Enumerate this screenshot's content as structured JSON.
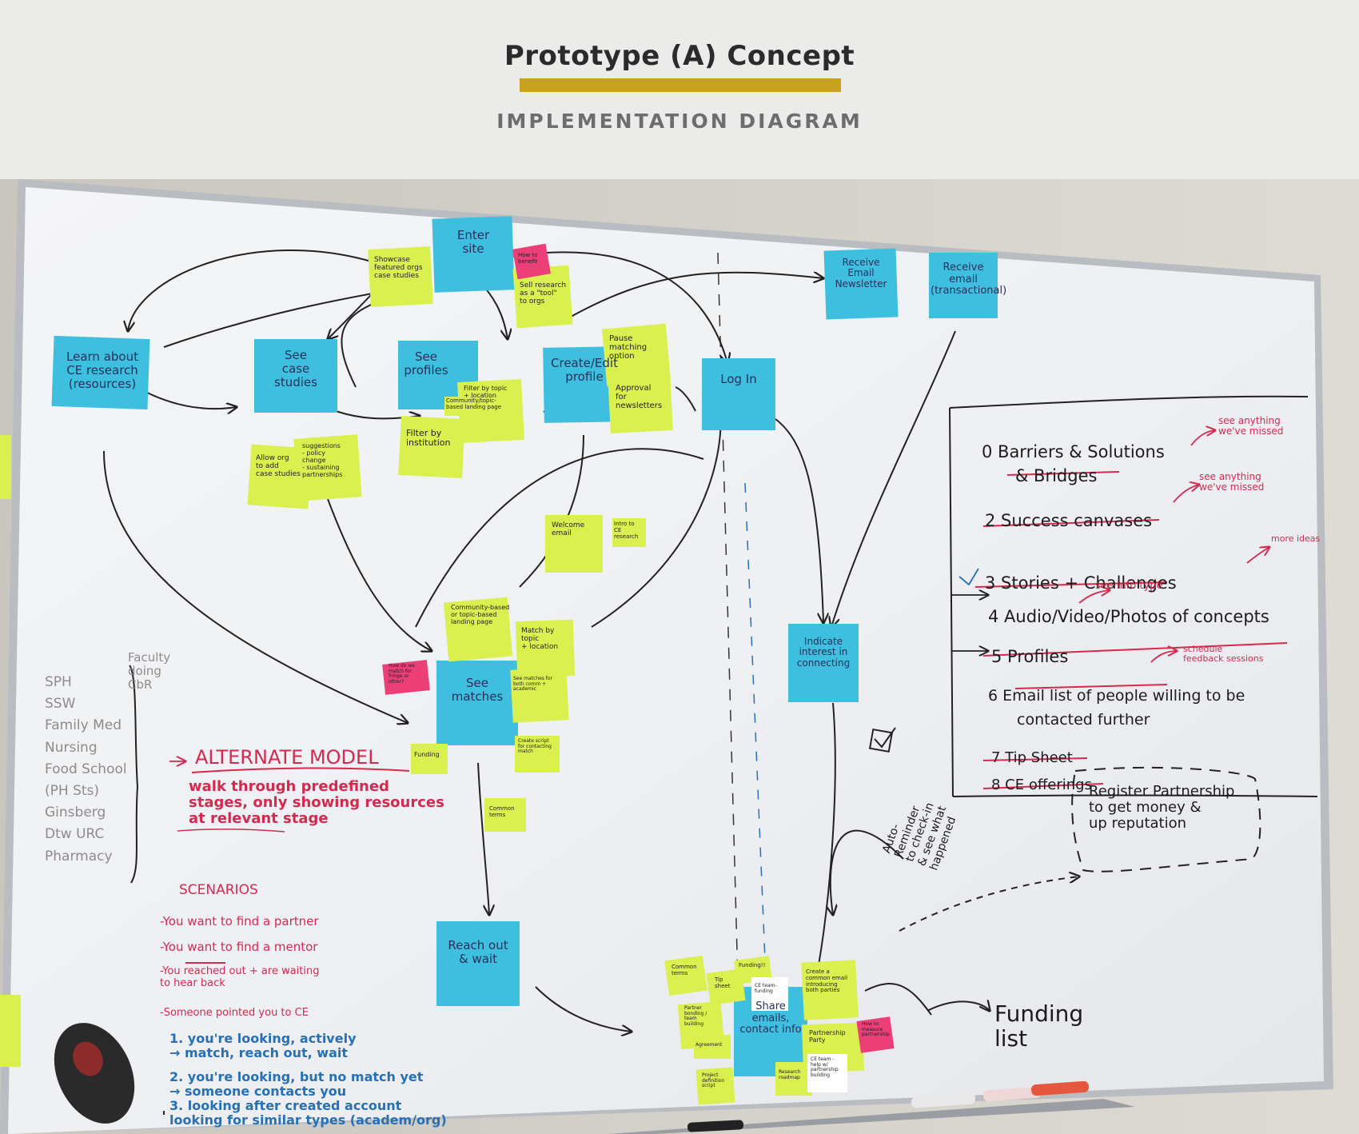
{
  "header": {
    "title": "Prototype (A) Concept",
    "subtitle": "IMPLEMENTATION DIAGRAM"
  },
  "colors": {
    "accent": "#c9a21c",
    "sticky_blue": "#3ebfe0",
    "sticky_yellow": "#d9f04f",
    "sticky_pink": "#ec3f78",
    "marker_red": "#d42a4f",
    "marker_blue": "#2770b6"
  },
  "whiteboard": {
    "flow_notes": {
      "enter_site": "Enter\nsite",
      "learn_about": "Learn about\nCE research\n(resources)",
      "see_case_studies": "See\ncase\nstudies",
      "see_profiles": "See\nprofiles",
      "create_edit_profile": "Create/Edit\nprofile",
      "log_in": "Log In",
      "receive_email_newsletter": "Receive\nEmail\nNewsletter",
      "receive_email_transactional": "Receive\nemail\n(transactional)",
      "indicate_interest": "Indicate\ninterest in\nconnecting",
      "see_matches": "See\nmatches",
      "reach_out": "Reach out\n& wait",
      "share_emails": "Share\nemails,\ncontact info"
    },
    "side_notes": {
      "showcase": "Showcase\nfeatured orgs\ncase studies",
      "how_to": "How to\nbenefit",
      "sell_research": "Sell research\nas a \"tool\"\nto orgs",
      "filter_topic": "Filter by topic\n+ location",
      "community_based": "Community/topic-\nbased landing page",
      "filter_institution": "Filter by\ninstitution",
      "allow_org": "Allow org\nto add\ncase studies",
      "suggestions": "suggestions\n- policy\nchange\n- sustaining\npartnerships",
      "pause_matching": "Pause\nmatching\noption",
      "approval_newsletters": "Approval\nfor\nnewsletters",
      "welcome_email": "Welcome\nemail",
      "intro_ce_research": "Intro to\nCE research",
      "community_landing": "Community-based\nor topic-based\nlanding page",
      "match_topic": "Match by\ntopic\n+ location",
      "see_matches_both": "See matches for\nboth comm + academic",
      "how_do_we_match": "How do we\nmatch for\nfringe or\nother?",
      "funding": "Funding",
      "create_script": "Create script\nfor contacting\nmatch",
      "common_terms": "Common\nterms",
      "common_terms_2": "Common\nterms",
      "tip_sheet": "Tip\nsheet",
      "funding_2": "Funding!!",
      "ce_team_funding": "CE team-\nfunding",
      "partner_bonding": "Partner\nbonding /\nteam\nbuilding",
      "agreement": "Agreement",
      "create_common_email": "Create a\ncommon email\nintroducing\nboth parties",
      "partnership_party": "Partnership\nParty",
      "how_to_measure": "How to\nmeasure\npartnership",
      "project_definition": "Project\ndefinition\nscript",
      "research_roadmap": "Research\nroadmap",
      "ce_team_help": "CE team -\nhelp w/\npartnership\nbuilding"
    },
    "list_items": [
      "0 Barriers & Solutions",
      "& Bridges",
      "2 Success canvases",
      "3 Stories + Challenges",
      "4 Audio/Video/Photos of concepts",
      "5 Profiles",
      "6 Email list of people willing to be",
      "contacted further",
      "7 Tip Sheet",
      "8 CE offerings"
    ],
    "list_annotations": {
      "see_anything_1": "see anything\nwe've missed",
      "see_anything_2": "see anything\nwe've missed",
      "more_ideas": "more ideas",
      "see_info_type": "see info type",
      "schedule_feedback": "schedule\nfeedback sessions"
    },
    "alternate_model": {
      "heading": "ALTERNATE MODEL",
      "body": "walk through predefined\nstages, only showing resources\nat relevant stage"
    },
    "scenarios": {
      "heading": "SCENARIOS",
      "items": [
        "-You want to find a partner",
        "-You want to find a mentor",
        "-You reached out + are waiting\nto hear back",
        "-Someone pointed you to CE"
      ]
    },
    "numbered_list": [
      "1. you're looking, actively\n→ match, reach out, wait",
      "2. you're looking, but no match yet\n→ someone contacts you",
      "3. looking after created account\nlooking for similar types (academ/org)"
    ],
    "faculty_list": "SPH\nSSW\nFamily Med\nNursing\nFood School\n(PH Sts)\nGinsberg\nDtw URC\nPharmacy",
    "faculty_label": "Faculty\ndoing\nCbR",
    "auto_reminder": "Auto-\nReminder\nto check-in\n& see what\nhappened",
    "register_partnership": "Register Partnership\nto get money &\nup reputation",
    "funding_list": "Funding\nlist"
  }
}
